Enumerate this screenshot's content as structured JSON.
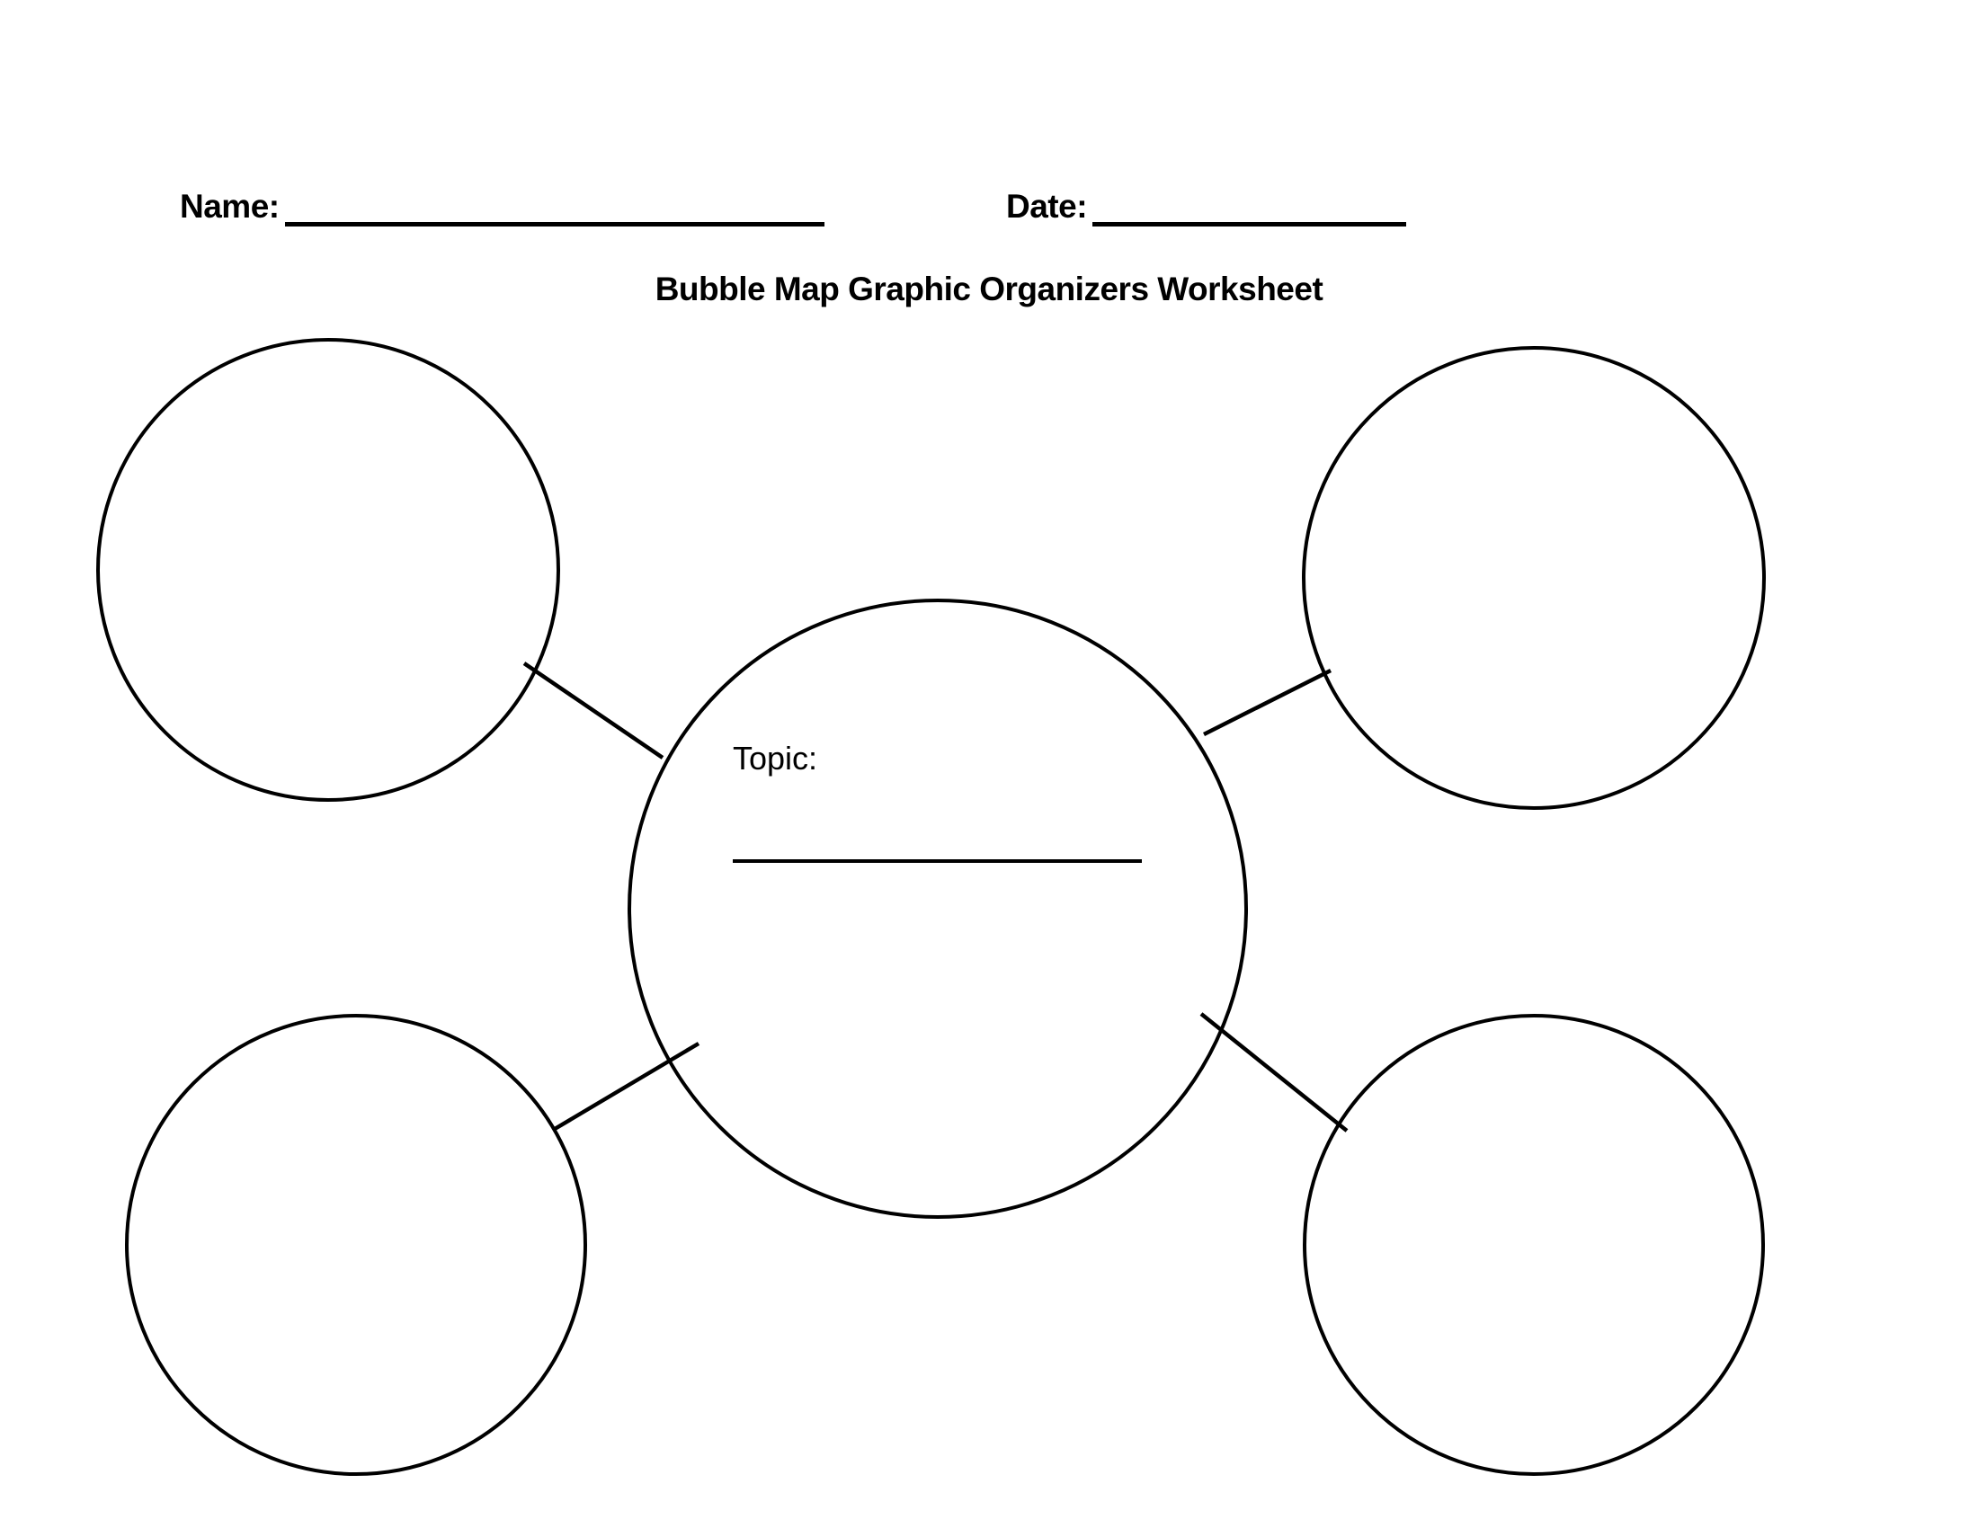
{
  "worksheet": {
    "title": "Bubble Map Graphic Organizers Worksheet",
    "fields": {
      "name": {
        "label": "Name:",
        "value": ""
      },
      "date": {
        "label": "Date:",
        "value": ""
      }
    },
    "diagram": {
      "type": "bubble-map",
      "center_bubble": {
        "label": "Topic:",
        "value": ""
      },
      "outer_bubbles": [
        {
          "id": "top-left",
          "value": ""
        },
        {
          "id": "top-right",
          "value": ""
        },
        {
          "id": "bottom-left",
          "value": ""
        },
        {
          "id": "bottom-right",
          "value": ""
        }
      ],
      "connector_count": 4
    },
    "colors": {
      "ink": "#000000",
      "paper": "#ffffff"
    }
  }
}
